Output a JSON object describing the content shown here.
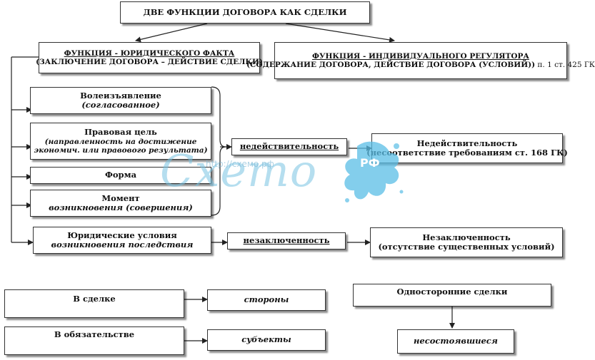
{
  "title": "ДВЕ ФУНКЦИИ ДОГОВОРА КАК СДЕЛКИ",
  "left_function": {
    "title": "ФУНКЦИЯ - ЮРИДИЧЕСКОГО ФАКТА",
    "subtitle": "(ЗАКЛЮЧЕНИЕ ДОГОВОРА – ДЕЙСТВИЕ СДЕЛКИ)"
  },
  "right_function": {
    "title": "ФУНКЦИЯ - ИНДИВИДУАЛЬНОГО РЕГУЛЯТОРА",
    "subtitle": "(СОДЕРЖАНИЕ ДОГОВОРА, ДЕЙСТВИЕ ДОГОВОРА (УСЛОВИЙ))",
    "reference": "п. 1 ст. 425 ГК"
  },
  "elements": {
    "will": {
      "line1": "Волеизъявление",
      "line2": "(согласованное)"
    },
    "purpose": {
      "line1": "Правовая цель",
      "line2": "(направленность на достижение",
      "line3": "экономич. или правового результата)"
    },
    "form": {
      "line1": "Форма"
    },
    "moment": {
      "line1": "Момент",
      "line2": "возникновения (совершения)"
    },
    "conditions": {
      "line1": "Юридические условия",
      "line2": "возникновения последствия"
    }
  },
  "invalidity_label": "недействительность",
  "invalidity_box": {
    "line1": "Недействительность",
    "line2": "(несоответствие требованиям ст. 168 ГК)"
  },
  "nonconclusion_label": "незаключенность",
  "nonconclusion_box": {
    "line1": "Незаключенность",
    "line2": "(отсутствие существенных условий)"
  },
  "in_deal": "В сделке",
  "parties": "стороны",
  "in_obligation": "В обязательстве",
  "subjects": "субъекты",
  "unilateral": "Односторонние сделки",
  "failed": "несостоявшиеся",
  "watermark": {
    "text": "Cхето",
    "url": "http://схемо.рф",
    "badge": "РФ"
  }
}
